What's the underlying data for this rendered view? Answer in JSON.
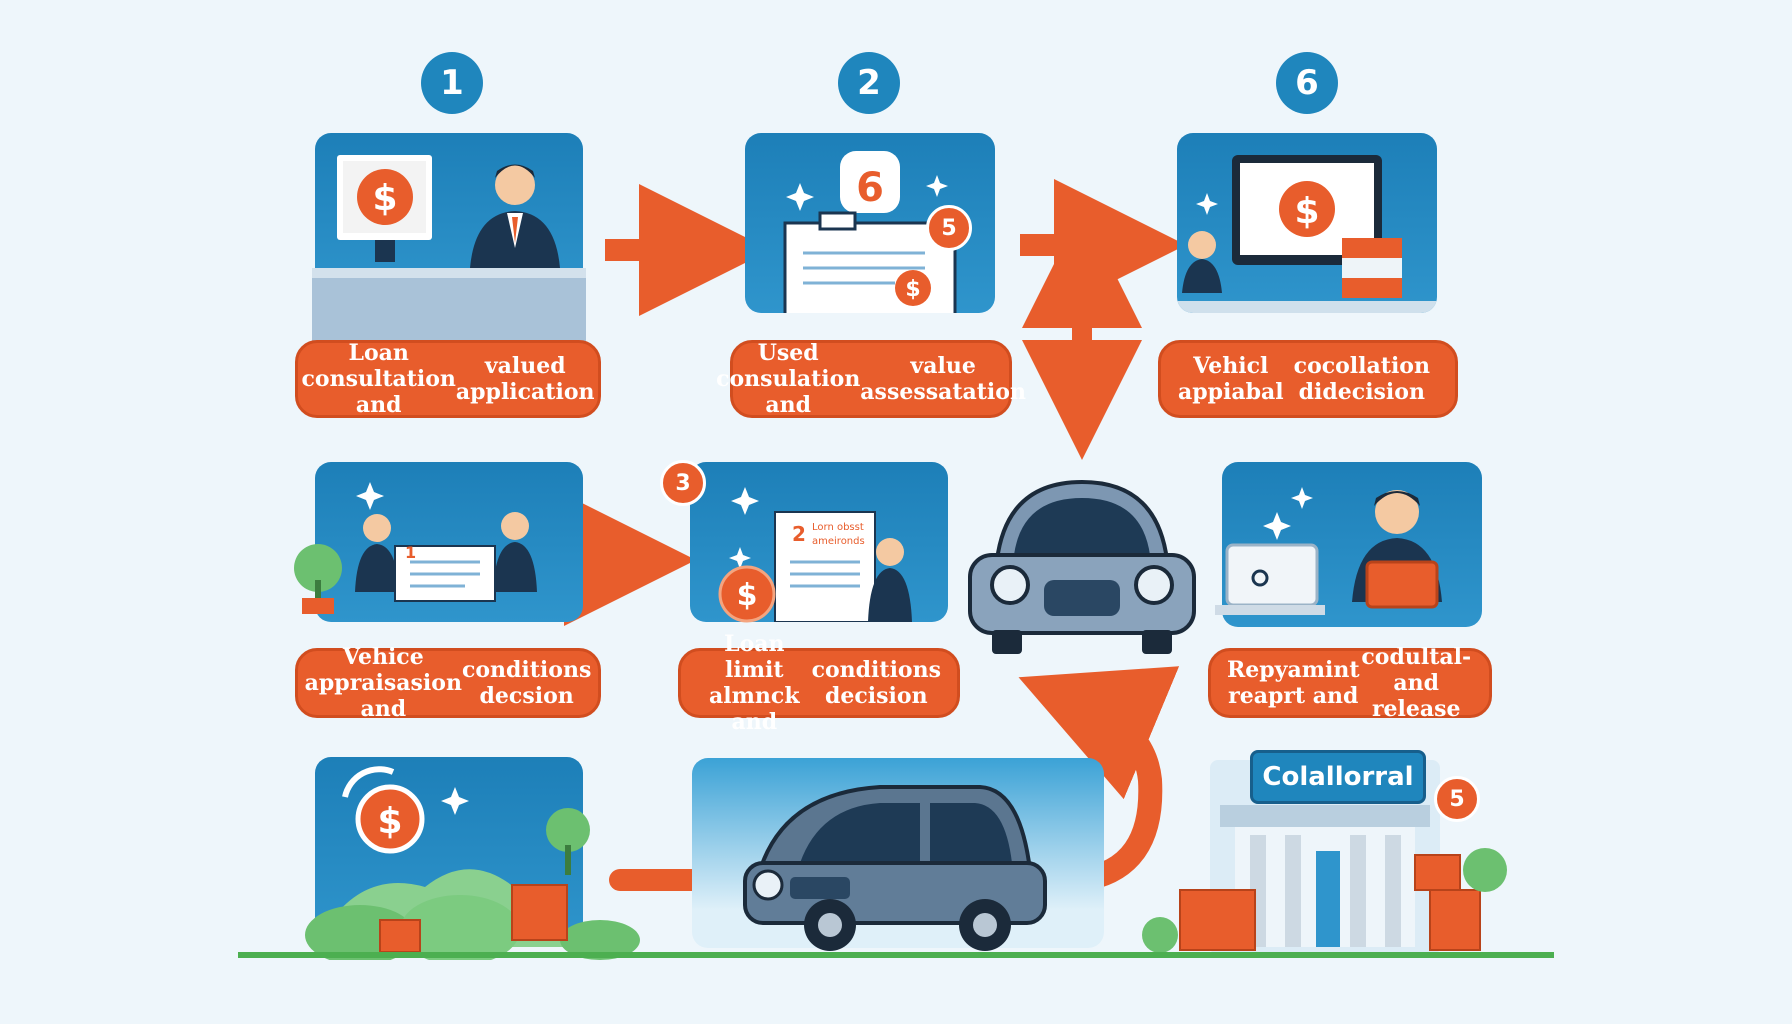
{
  "steps": {
    "s1": {
      "badge": "1",
      "label_line1": "Loan consultation and",
      "label_line2": "valued application"
    },
    "s2": {
      "badge": "2",
      "inner_badge": "6",
      "doc_badge": "5",
      "label_line1": "Used consulation and",
      "label_line2": "value assessatation"
    },
    "s3": {
      "badge": "6",
      "label_line1": "Vehicl appiabal",
      "label_line2": "cocollation didecision"
    },
    "s4": {
      "label_line1": "Vehice appraisasion and",
      "label_line2": "conditions decsion",
      "doc_text": "1"
    },
    "s5": {
      "badge": "3",
      "doc_num": "2",
      "doc_line1": "Lorn obsst",
      "doc_line2": "ameironds",
      "label_line1": "Loan limit almnck and",
      "label_line2": "conditions decision"
    },
    "s6": {
      "label_line1": "Repyamint reaprt and",
      "label_line2": "codultal-and release"
    },
    "collateral": {
      "sign": "Colallorral",
      "badge": "5"
    }
  },
  "icons": {
    "dollar": "$"
  },
  "colors": {
    "accent_orange": "#e85d2c",
    "accent_blue": "#1f86bd",
    "background": "#eef6fb"
  }
}
